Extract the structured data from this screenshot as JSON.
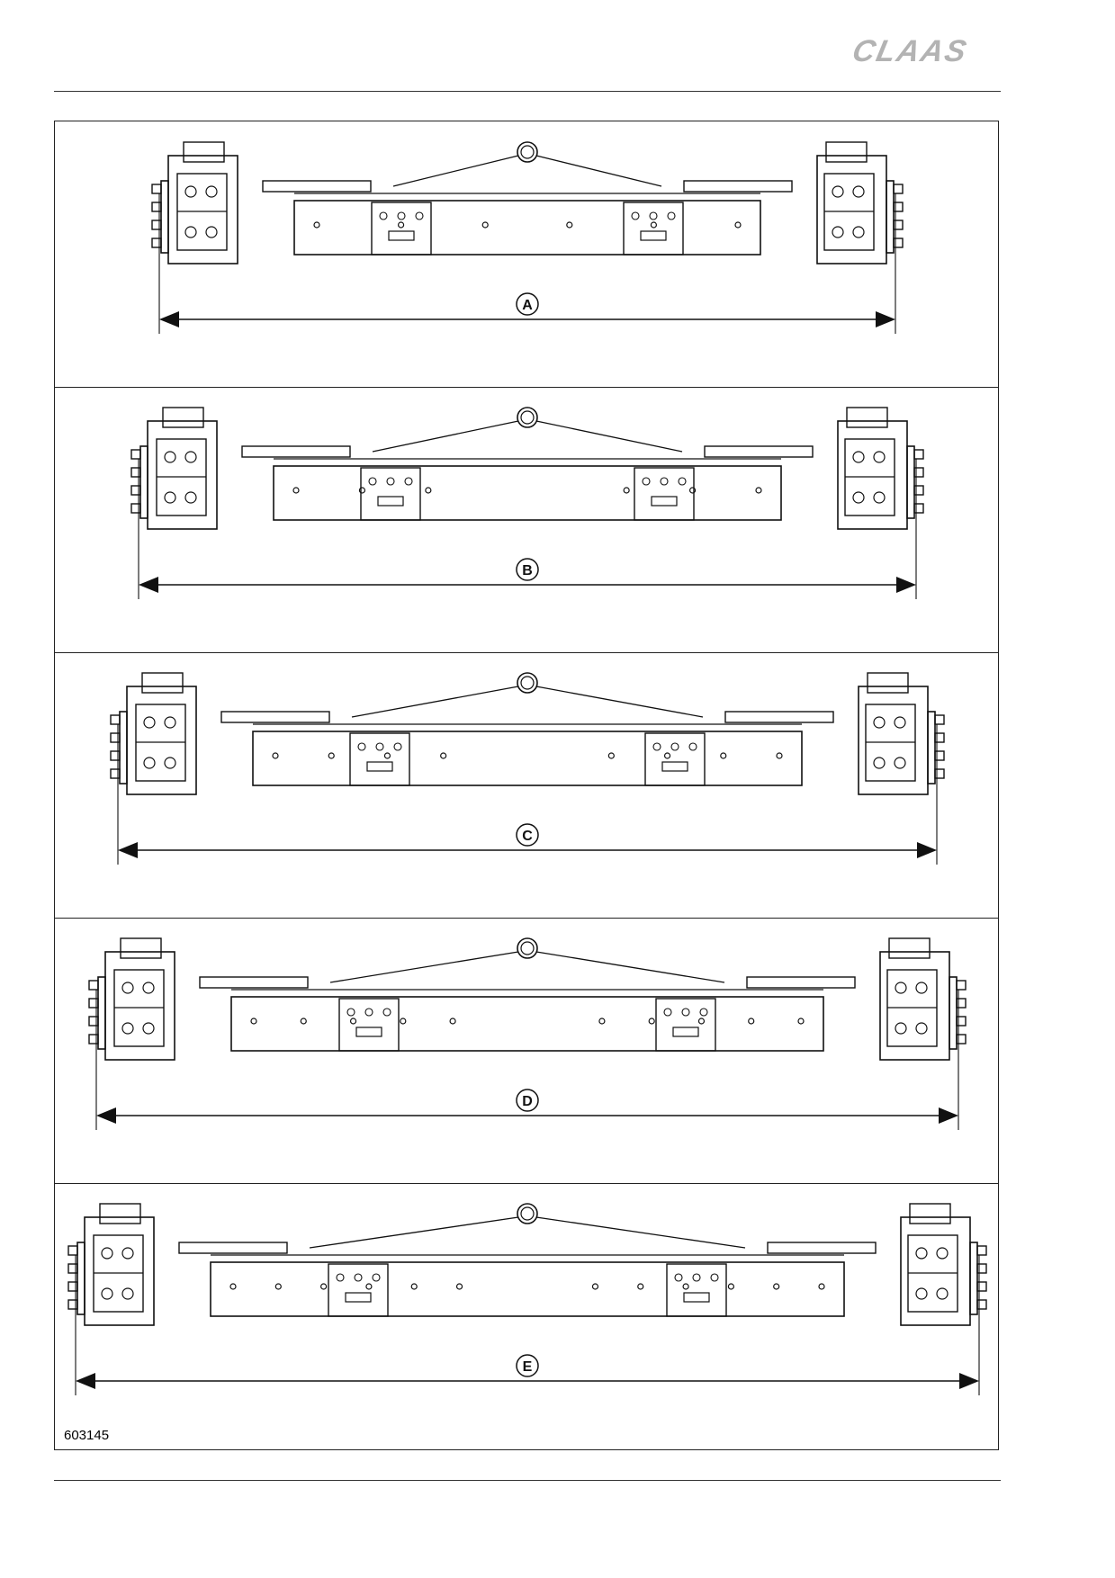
{
  "header": {
    "brand": "CLAAS"
  },
  "figure": {
    "reference_number": "603145",
    "panels": [
      {
        "label": "A"
      },
      {
        "label": "B"
      },
      {
        "label": "C"
      },
      {
        "label": "D"
      },
      {
        "label": "E"
      }
    ]
  }
}
